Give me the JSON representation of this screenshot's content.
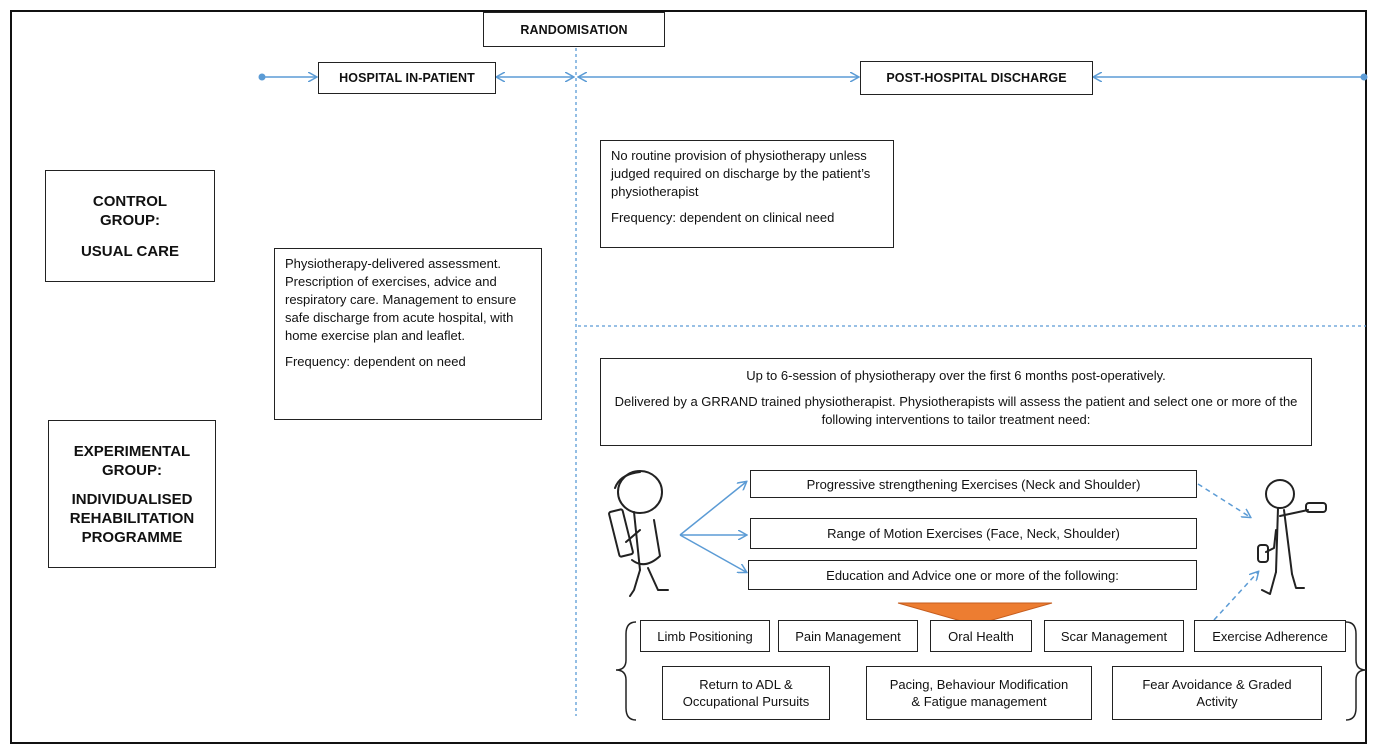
{
  "headers": {
    "randomisation": "RANDOMISATION",
    "in_patient": "HOSPITAL IN-PATIENT",
    "post_discharge": "POST-HOSPITAL DISCHARGE"
  },
  "control_group": {
    "line1": "CONTROL",
    "line2": "GROUP:",
    "line3": "USUAL CARE"
  },
  "experimental_group": {
    "line1": "EXPERIMENTAL",
    "line2": "GROUP:",
    "line3": "INDIVIDUALISED",
    "line4": "REHABILITATION",
    "line5": "PROGRAMME"
  },
  "in_patient_box": {
    "description": "Physiotherapy-delivered assessment. Prescription of exercises, advice and respiratory care. Management to ensure safe discharge from acute hospital, with home exercise plan and leaflet.",
    "frequency": "Frequency: dependent on need"
  },
  "control_post_box": {
    "description": "No routine provision of physiotherapy unless judged required on discharge by the patient’s physiotherapist",
    "frequency": "Frequency: dependent on clinical need"
  },
  "experimental_post_box": {
    "line1": "Up to 6-session of physiotherapy over the first 6 months post-operatively.",
    "line2": "Delivered by a GRRAND trained physiotherapist. Physiotherapists will assess the patient and select one or more of the following interventions to tailor treatment need:"
  },
  "interventions": {
    "strengthening": "Progressive strengthening Exercises (Neck and Shoulder)",
    "range_of_motion": "Range of Motion Exercises (Face, Neck, Shoulder)",
    "education": "Education and Advice one or more of the following:"
  },
  "education_topics": {
    "limb": "Limb Positioning",
    "pain": "Pain Management",
    "oral": "Oral Health",
    "scar": "Scar Management",
    "adherence": "Exercise Adherence",
    "adl_1": "Return to ADL &",
    "adl_2": "Occupational Pursuits",
    "pacing_1": "Pacing, Behaviour Modification",
    "pacing_2": "& Fatigue management",
    "fear_1": "Fear Avoidance & Graded",
    "fear_2": "Activity"
  },
  "colors": {
    "arrow_blue": "#5b9bd5",
    "funnel_orange": "#ed7d31",
    "border": "#222222"
  }
}
